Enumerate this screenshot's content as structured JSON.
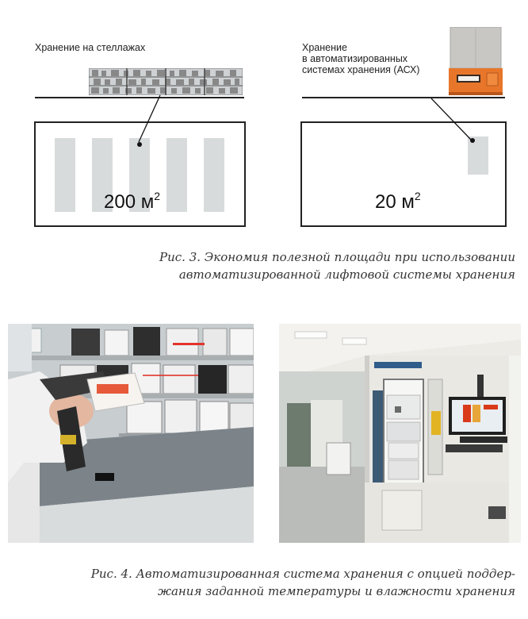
{
  "figure3": {
    "left_label": "Хранение на стеллажах",
    "right_label_lines": [
      "Хранение",
      "в автоматизированных",
      "системах хранения (АСХ)"
    ],
    "left_area_value": "200 м",
    "left_area_sup": "2",
    "right_area_value": "20 м",
    "right_area_sup": "2",
    "caption_lines": [
      "Рис. 3.  Экономия полезной площади при использовании",
      "автоматизированной лифтовой системы хранения"
    ]
  },
  "figure4": {
    "caption_lines": [
      "Рис. 4.  Автоматизированная система хранения с опцией поддер-",
      "жания заданной температуры и влажности хранения"
    ]
  },
  "colors": {
    "shelf_gray": "#d8dbdc",
    "asrs_orange": "#e8762a",
    "panel_red": "#d93a1a"
  }
}
